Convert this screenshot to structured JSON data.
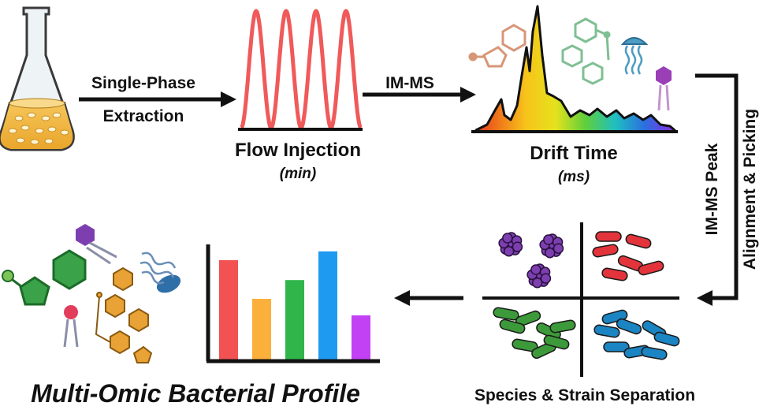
{
  "steps": {
    "extraction_line1": "Single-Phase",
    "extraction_line2": "Extraction",
    "flow_injection": "Flow Injection",
    "flow_injection_unit": "(min)",
    "im_ms": "IM-MS",
    "drift_time": "Drift Time",
    "drift_time_unit": "(ms)",
    "peak_line1": "IM-MS Peak",
    "peak_line2": "Alignment & Picking",
    "separation": "Species & Strain Separation",
    "profile": "Multi-Omic Bacterial Profile"
  },
  "colors": {
    "flow_peaks": "#f05a5a",
    "bar_red": "#f25252",
    "bar_orange": "#fbb03b",
    "bar_green": "#2fb54a",
    "bar_blue": "#1e9bf0",
    "bar_purple": "#c341f5",
    "cluster_purple": "#7d3fb0",
    "cluster_red": "#e3343c",
    "cluster_green": "#3c9a3a",
    "cluster_blue": "#1b84c2"
  },
  "profile_bars": [
    {
      "color": "#f25252",
      "value": 0.9
    },
    {
      "color": "#fbb03b",
      "value": 0.55
    },
    {
      "color": "#2fb54a",
      "value": 0.72
    },
    {
      "color": "#1e9bf0",
      "value": 0.98
    },
    {
      "color": "#c341f5",
      "value": 0.4
    }
  ]
}
